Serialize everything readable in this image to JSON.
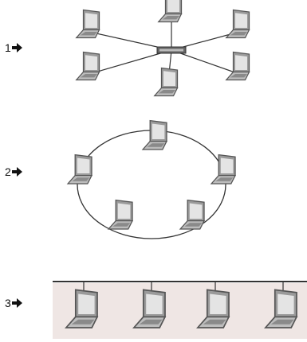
{
  "topologies": [
    {
      "label": "1",
      "kind": "star",
      "computers": 6
    },
    {
      "label": "2",
      "kind": "ring",
      "computers": 5
    },
    {
      "label": "3",
      "kind": "bus",
      "computers": 4
    }
  ],
  "colors": {
    "line": "#333333",
    "laptop_body": "#9a9a9a",
    "laptop_screen": "#e4e4e4",
    "laptop_dark": "#555555",
    "bus_panel": "#efe6e4",
    "hub": "#666666"
  }
}
